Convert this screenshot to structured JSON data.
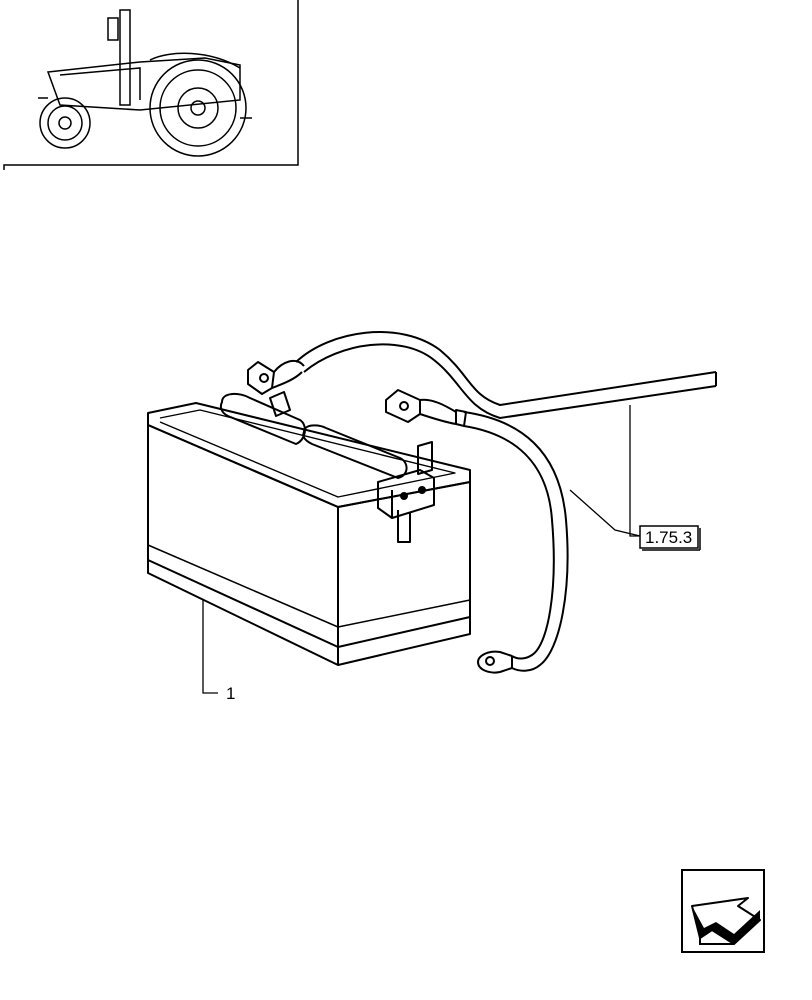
{
  "diagram": {
    "callouts": [
      {
        "id": "part-1",
        "label": "1"
      },
      {
        "id": "ref",
        "label": "1.75.3"
      }
    ]
  },
  "icons": {
    "thumbnail": "tractor-thumbnail-icon",
    "navigation": "back-arrow-icon"
  },
  "colors": {
    "line": "#000000",
    "background": "#ffffff"
  }
}
